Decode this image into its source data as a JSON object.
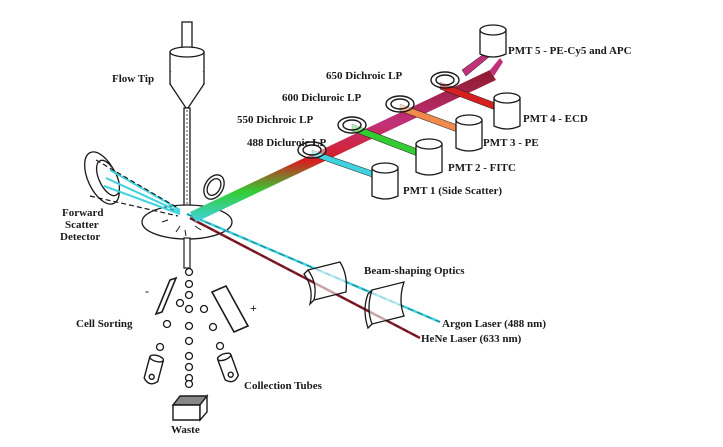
{
  "title": "Flow cytometer optical layout",
  "labels": {
    "flow_tip": "Flow Tip",
    "forward_scatter": [
      "Forward",
      "Scatter",
      "Detector"
    ],
    "dichroic_488": "488 Dicluroic LP",
    "dichroic_550": "550 Dichroic LP",
    "dichroic_600": "600 Dicluroic LP",
    "dichroic_650": "650 Dichroic LP",
    "pmt1": "PMT 1 (Side Scatter)",
    "pmt2": "PMT 2 - FITC",
    "pmt3": "PMT  3 - PE",
    "pmt4": "PMT 4 - ECD",
    "pmt5": "PMT 5 - PE-Cy5 and APC",
    "beam_shaping": "Beam-shaping Optics",
    "argon_laser": "Argon Laser (488 nm)",
    "hene_laser": "HeNe Laser (633 nm)",
    "cell_sorting": "Cell Sorting",
    "collection_tubes": "Collection Tubes",
    "waste": "Waste",
    "minus": "-",
    "plus": "+"
  },
  "colors": {
    "cyan_beam": "#3fd3e0",
    "green_beam": "#33cc33",
    "orange_beam": "#f08a4b",
    "red_beam": "#d62020",
    "magenta_beam": "#c2307a",
    "maroon_beam": "#8b1a2a",
    "outline": "#1a1a1a"
  }
}
